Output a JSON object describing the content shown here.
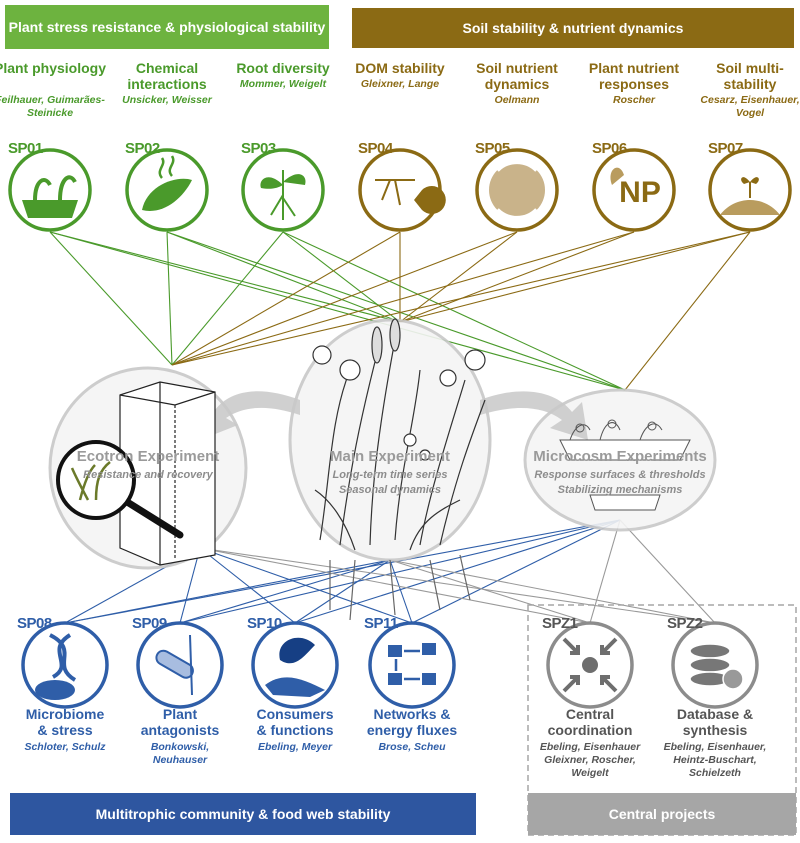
{
  "colors": {
    "green_banner": "#6db33f",
    "brown_banner": "#8b6a14",
    "blue_banner": "#2e56a0",
    "grey_banner": "#a6a6a6",
    "green": "#4a9a2b",
    "brown": "#8b6a14",
    "blue": "#2f5ea8",
    "grey": "#7a7a7a"
  },
  "banners": {
    "plant": "Plant stress resistance & physiological stability",
    "soil": "Soil stability & nutrient dynamics",
    "multitrophic": "Multitrophic community & food web stability",
    "central": "Central projects"
  },
  "top_projects": [
    {
      "code": "SP01",
      "title": "Plant physiology",
      "names": "Feilhauer, Guimarães-Steinicke",
      "icon": "seedlings-icon"
    },
    {
      "code": "SP02",
      "title": "Chemical interactions",
      "names": "Unsicker, Weisser",
      "icon": "leaf-icon"
    },
    {
      "code": "SP03",
      "title": "Root diversity",
      "names": "Mommer, Weigelt",
      "icon": "root-seedling-icon"
    },
    {
      "code": "SP04",
      "title": "DOM stability",
      "names": "Gleixner, Lange",
      "icon": "dom-molecule-icon"
    },
    {
      "code": "SP05",
      "title": "Soil nutrient dynamics",
      "names": "Oelmann",
      "icon": "soil-cycle-icon"
    },
    {
      "code": "SP06",
      "title": "Plant nutrient responses",
      "names": "Roscher",
      "icon": "np-seedling-icon"
    },
    {
      "code": "SP07",
      "title": "Soil multi-stability",
      "names": "Cesarz, Eisenhauer, Vogel",
      "icon": "soil-seedling-icon"
    }
  ],
  "experiments": {
    "ecotron": {
      "title": "Ecotron Experiment",
      "sub": "Resistance and recovery"
    },
    "main": {
      "title": "Main Experiment",
      "sub1": "Long-term time series",
      "sub2": "Seasonal dynamics"
    },
    "microcosm": {
      "title": "Microcosm Experiments",
      "sub1": "Response surfaces & thresholds",
      "sub2": "Stabilizing mechanisms"
    }
  },
  "bottom_projects": [
    {
      "code": "SP08",
      "title1": "Microbiome",
      "title2": "& stress",
      "names1": "Schloter, Schulz",
      "names2": "",
      "icon": "dna-icon"
    },
    {
      "code": "SP09",
      "title1": "Plant",
      "title2": "antagonists",
      "names1": "Bonkowski,",
      "names2": "Neuhauser",
      "icon": "root-antagonist-icon"
    },
    {
      "code": "SP10",
      "title1": "Consumers",
      "title2": "& functions",
      "names1": "Ebeling, Meyer",
      "names2": "",
      "icon": "caterpillar-icon"
    },
    {
      "code": "SP11",
      "title1": "Networks &",
      "title2": "energy fluxes",
      "names1": "Brose, Scheu",
      "names2": "",
      "icon": "network-icon"
    }
  ],
  "central_projects": [
    {
      "code": "SPZ1",
      "title1": "Central",
      "title2": "coordination",
      "names": [
        "Ebeling, Eisenhauer",
        "Gleixner, Roscher,",
        "Weigelt"
      ],
      "icon": "coordination-arrows-icon"
    },
    {
      "code": "SPZ2",
      "title1": "Database &",
      "title2": "synthesis",
      "names": [
        "Ebeling, Eisenhauer,",
        "Heintz-Buschart,",
        "Schielzeth"
      ],
      "icon": "database-gear-icon"
    }
  ]
}
